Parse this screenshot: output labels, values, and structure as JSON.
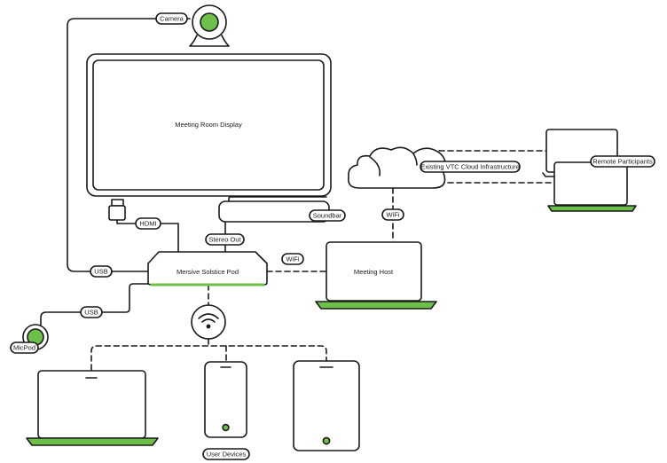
{
  "labels": {
    "camera": "Camera",
    "meeting_room_display": "Meeting Room Display",
    "hdmi": "HDMI",
    "soundbar": "Soundbar",
    "stereo_out": "Stereo Out",
    "usb_top": "USB",
    "wifi_pod": "WiFi",
    "pod": "Mersive Solstice Pod",
    "usb_micpod": "USB",
    "micpod": "MicPod",
    "cloud": "Existing VTC Cloud Infrastructure",
    "wifi_host": "WiFi",
    "meeting_host": "Meeting Host",
    "remote_participants": "Remote Participants",
    "user_devices": "User Devices"
  },
  "colors": {
    "accent": "#6cc04a",
    "stroke": "#1a1a1a",
    "background": "#ffffff"
  }
}
